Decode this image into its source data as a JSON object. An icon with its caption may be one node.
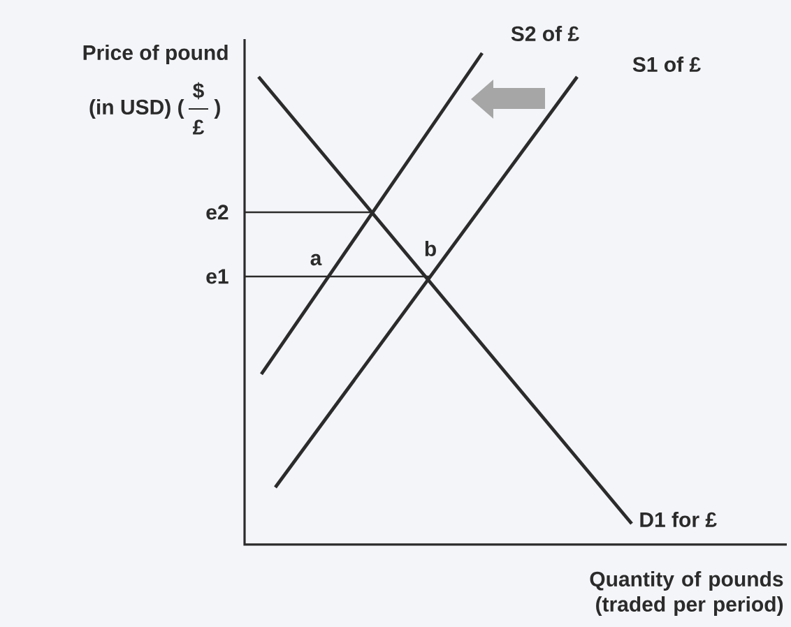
{
  "diagram": {
    "labels": [
      "S2 of £",
      "Price of pound",
      "S1 of £",
      "(in USD) (",
      "$",
      ")",
      "£",
      "e2",
      "b",
      "a",
      "e1",
      "D1 for £",
      "Quantity of pounds (traded per period)"
    ]
  }
}
